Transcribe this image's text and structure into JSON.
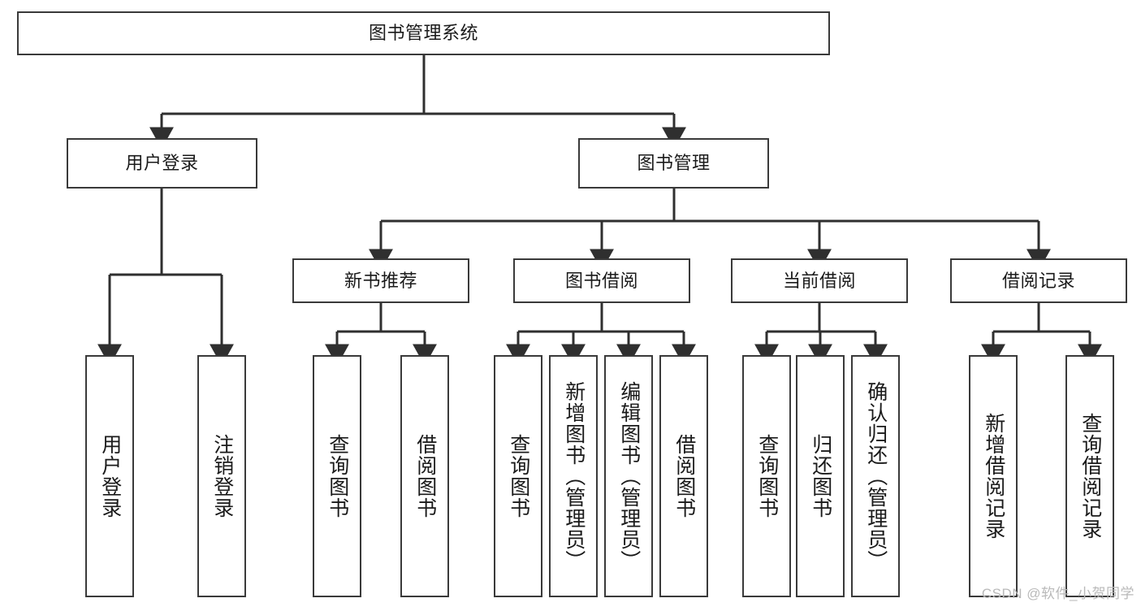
{
  "diagram": {
    "title": "图书管理系统",
    "type": "tree-hierarchy",
    "watermark": "CSDN @软件_小贺同学",
    "colors": {
      "box_border": "#3a3a3a",
      "box_fill": "#ffffff",
      "connector": "#2f2f2f",
      "text": "#1a1a1a",
      "watermark": "#b9b9b9"
    },
    "nodes": {
      "root": {
        "label": "图书管理系统"
      },
      "level2": [
        {
          "label": "用户登录"
        },
        {
          "label": "图书管理"
        }
      ],
      "level3": [
        {
          "label": "新书推荐"
        },
        {
          "label": "图书借阅"
        },
        {
          "label": "当前借阅"
        },
        {
          "label": "借阅记录"
        }
      ],
      "leaves": {
        "user_login": [
          {
            "label": "用户登录"
          },
          {
            "label": "注销登录"
          }
        ],
        "new_book_recommend": [
          {
            "label": "查询图书"
          },
          {
            "label": "借阅图书"
          }
        ],
        "book_borrow": [
          {
            "label": "查询图书"
          },
          {
            "label": "新增图书（管理员）"
          },
          {
            "label": "编辑图书（管理员）"
          },
          {
            "label": "借阅图书"
          }
        ],
        "current_borrow": [
          {
            "label": "查询图书"
          },
          {
            "label": "归还图书"
          },
          {
            "label": "确认归还（管理员）"
          }
        ],
        "borrow_record": [
          {
            "label": "新增借阅记录"
          },
          {
            "label": "查询借阅记录"
          }
        ]
      }
    }
  }
}
